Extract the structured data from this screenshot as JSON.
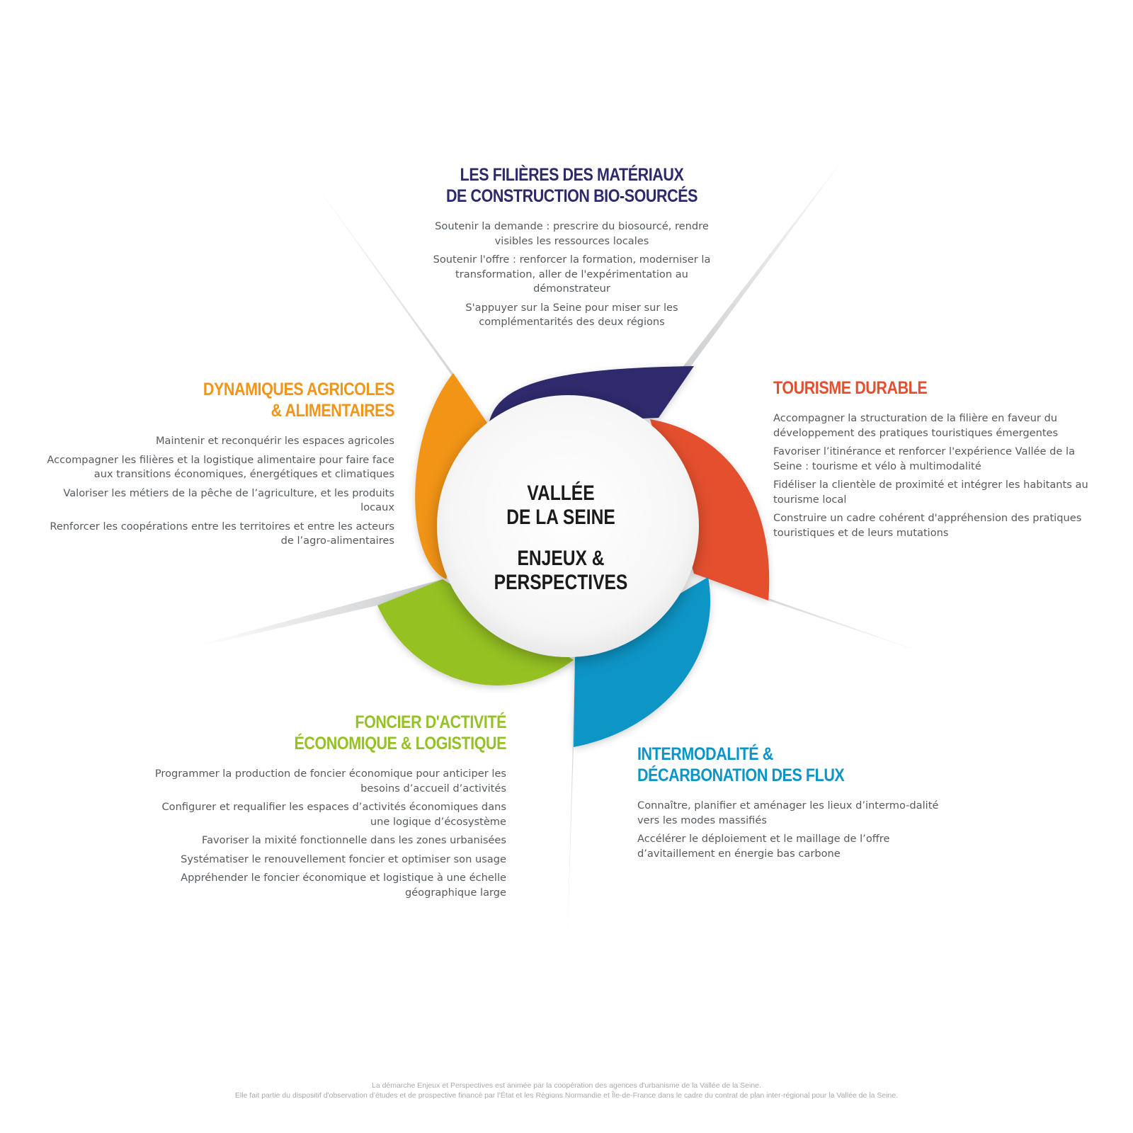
{
  "colors": {
    "navy": "#2d2a6c",
    "red": "#e4502f",
    "blue": "#0b95c6",
    "green": "#95c124",
    "orange": "#f29418"
  },
  "center": {
    "lines": [
      "VALLÉE",
      "DE LA SEINE"
    ],
    "lines2": [
      "ENJEUX &",
      "PERSPECTIVES"
    ]
  },
  "blocks": {
    "top": {
      "title": [
        "LES FILIÈRES DES MATÉRIAUX",
        "DE CONSTRUCTION BIO-SOURCÉS"
      ],
      "items": [
        "Soutenir la demande : prescrire du biosourcé, rendre visibles les ressources locales",
        "Soutenir l'offre : renforcer la formation, moderniser la transformation, aller de l'expérimentation au démonstrateur",
        "S'appuyer sur la Seine pour miser sur les complémentarités des deux régions"
      ]
    },
    "left": {
      "title": [
        "DYNAMIQUES AGRICOLES",
        "& ALIMENTAIRES"
      ],
      "items": [
        "Maintenir et reconquérir les espaces agricoles",
        "Accompagner les filières et la logistique alimentaire pour faire face aux transitions économiques, énergétiques et climatiques",
        "Valoriser les métiers de la pêche de l’agriculture, et les produits locaux",
        "Renforcer les coopérations entre les territoires et entre les acteurs de l’agro-alimentaires"
      ]
    },
    "right": {
      "title": [
        "TOURISME DURABLE"
      ],
      "items": [
        "Accompagner la structuration de la filière en faveur du développement des pratiques touristiques émergentes",
        "Favoriser l’itinérance et renforcer l'expérience Vallée de la Seine : tourisme et vélo à multimodalité",
        "Fidéliser la clientèle de proximité et intégrer les habitants au tourisme local",
        "Construire un cadre cohérent d'appréhension des pratiques touristiques et de leurs mutations"
      ]
    },
    "bottom_left": {
      "title": [
        "FONCIER D'ACTIVITÉ",
        "ÉCONOMIQUE & LOGISTIQUE"
      ],
      "items": [
        "Programmer la production de foncier économique pour anticiper les besoins d’accueil d’activités",
        "Configurer et requalifier les espaces d’activités économiques dans une logique d’écosystème",
        "Favoriser la mixité fonctionnelle dans les zones urbanisées",
        "Systématiser le renouvellement foncier et optimiser son usage",
        "Appréhender le foncier économique et logistique à une échelle géographique large"
      ]
    },
    "bottom_right": {
      "title": [
        "INTERMODALITÉ &",
        "DÉCARBONATION DES FLUX"
      ],
      "items": [
        "Connaître, planifier et aménager les lieux d’intermo-dalité vers les modes massifiés",
        "Accélérer le déploiement et le maillage de l’offre d’avitaillement en énergie bas carbone"
      ]
    }
  },
  "footer": [
    "La démarche Enjeux et Perspectives est animée par la coopération des agences d'urbanisme de la Vallée de la Seine.",
    "Elle fait partie du dispositif d'observation d’études et de prospective financé par l’État et les Régions Normandie et Île-de-France dans le cadre du contrat de plan inter-régional pour la Vallée de la Seine."
  ]
}
